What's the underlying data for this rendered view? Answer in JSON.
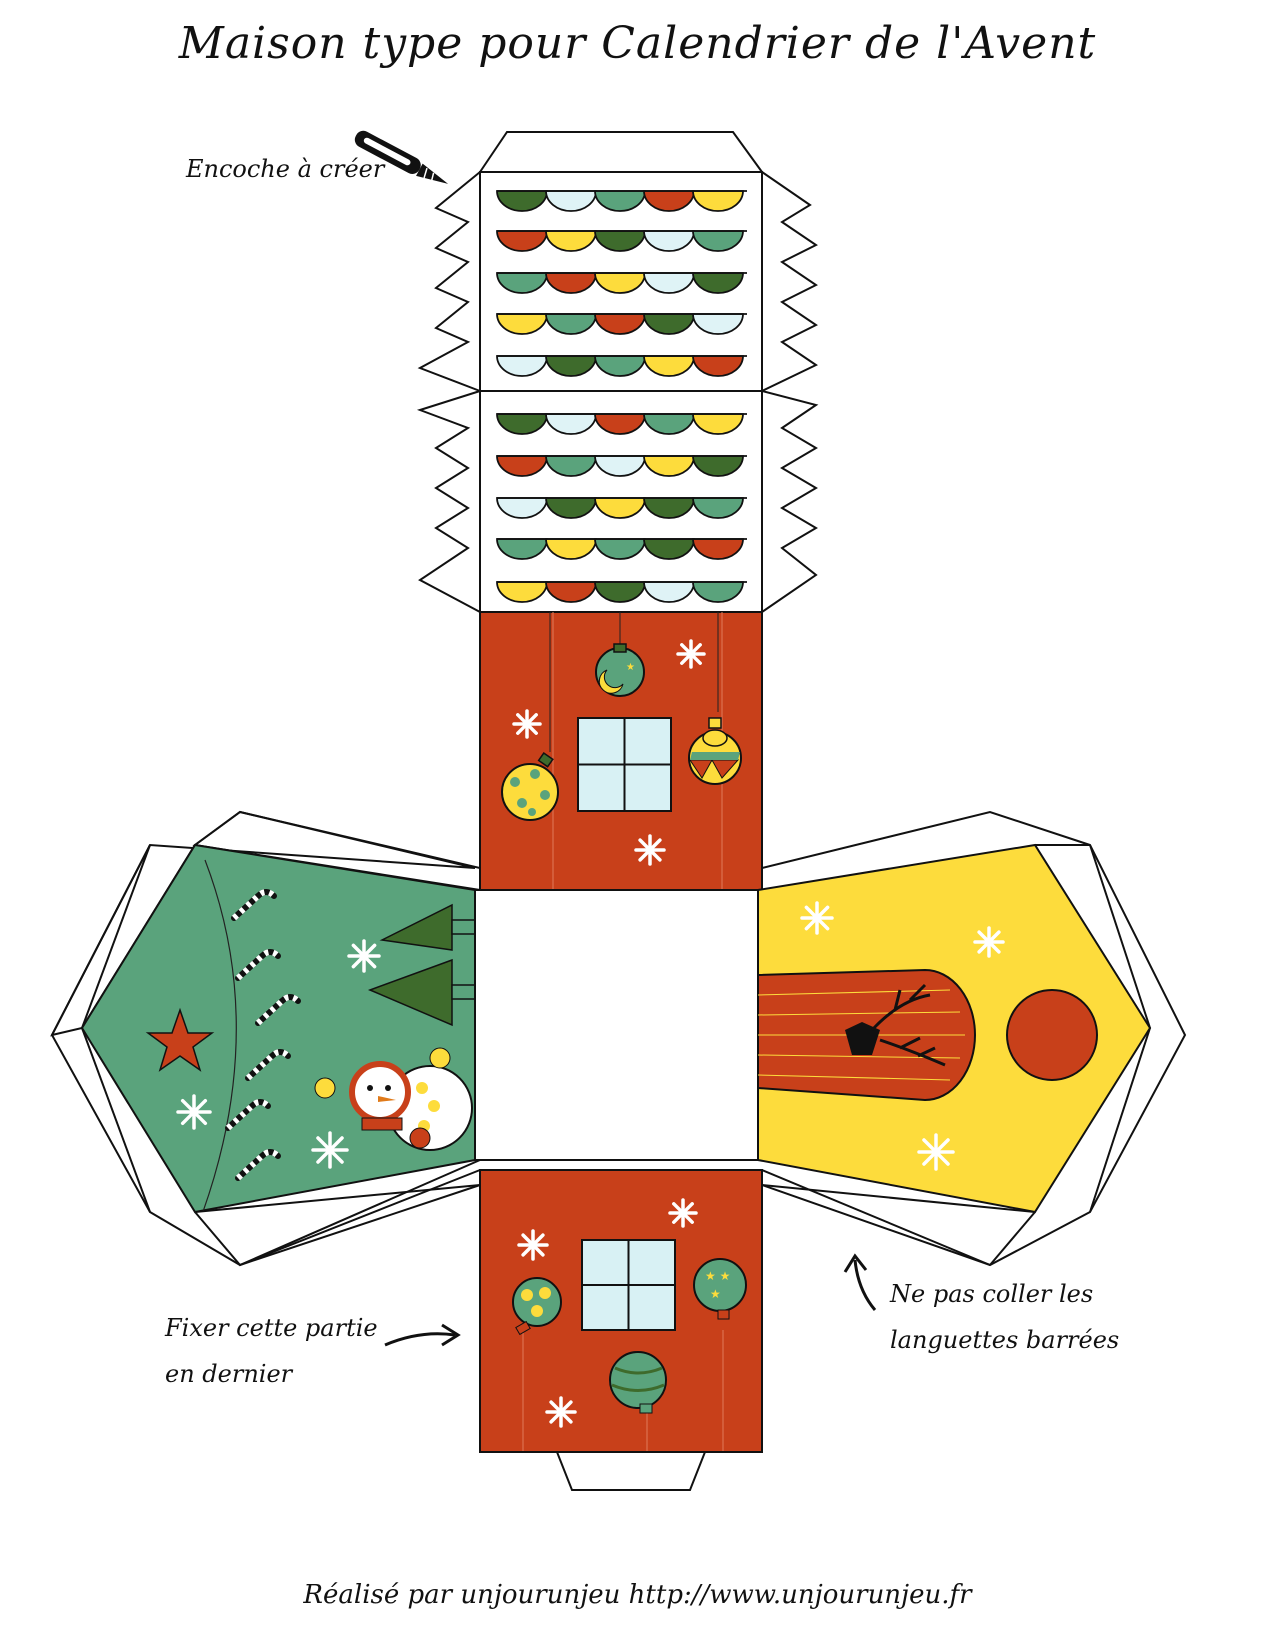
{
  "title": "Maison type pour Calendrier de l'Avent",
  "labels": {
    "notch": "Encoche à créer",
    "fix_line1": "Fixer cette partie",
    "fix_line2": "en dernier",
    "no_glue_line1": "Ne pas coller les",
    "no_glue_line2": "languettes barrées"
  },
  "footer": "Réalisé par unjourunjeu http://www.unjourunjeu.fr",
  "icons": {
    "cutter": "cutter-knife-icon",
    "arrow_right": "curved-arrow-right-icon",
    "arrow_up": "curved-arrow-up-icon",
    "snowman": "snowman-icon",
    "reindeer": "reindeer-head-icon",
    "tree": "fir-tree-icon",
    "star": "star-icon",
    "snowflake": "snowflake-icon",
    "bauble": "christmas-bauble-icon",
    "candy_cane": "candy-cane-icon"
  },
  "colors": {
    "red": "#c8401a",
    "dark_green": "#3e6b2c",
    "teal_green": "#5aa37c",
    "yellow": "#fddc3c",
    "pale_blue": "#dff3f6",
    "window": "#d8f1f4",
    "outline": "#111111"
  },
  "roof_scallop_rows": [
    [
      "dark_green",
      "pale_blue",
      "teal_green",
      "red",
      "yellow"
    ],
    [
      "red",
      "yellow",
      "dark_green",
      "pale_blue",
      "teal_green"
    ],
    [
      "teal_green",
      "red",
      "yellow",
      "pale_blue",
      "dark_green"
    ],
    [
      "yellow",
      "teal_green",
      "red",
      "dark_green",
      "pale_blue"
    ],
    [
      "pale_blue",
      "dark_green",
      "teal_green",
      "yellow",
      "red"
    ],
    [
      "dark_green",
      "pale_blue",
      "red",
      "teal_green",
      "yellow"
    ],
    [
      "red",
      "teal_green",
      "pale_blue",
      "yellow",
      "dark_green"
    ],
    [
      "pale_blue",
      "dark_green",
      "yellow",
      "dark_green",
      "teal_green"
    ],
    [
      "teal_green",
      "yellow",
      "teal_green",
      "dark_green",
      "red"
    ],
    [
      "yellow",
      "red",
      "dark_green",
      "pale_blue",
      "teal_green"
    ]
  ]
}
